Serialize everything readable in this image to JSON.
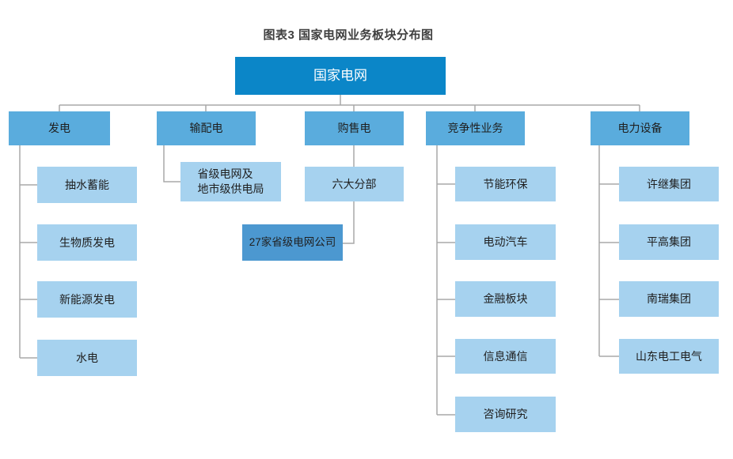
{
  "title": "图表3  国家电网业务板块分布图",
  "root": {
    "label": "国家电网"
  },
  "branches": [
    {
      "label": "发电",
      "children": [
        {
          "label": "抽水蓄能"
        },
        {
          "label": "生物质发电"
        },
        {
          "label": "新能源发电"
        },
        {
          "label": "水电"
        }
      ]
    },
    {
      "label": "输配电",
      "children": [
        {
          "label": "省级电网及\n地市级供电局"
        }
      ]
    },
    {
      "label": "购售电",
      "children": [
        {
          "label": "六大分部"
        },
        {
          "label": "27家省级电网公司"
        }
      ]
    },
    {
      "label": "竞争性业务",
      "children": [
        {
          "label": "节能环保"
        },
        {
          "label": "电动汽车"
        },
        {
          "label": "金融板块"
        },
        {
          "label": "信息通信"
        },
        {
          "label": "咨询研究"
        }
      ]
    },
    {
      "label": "电力设备",
      "children": [
        {
          "label": "许继集团"
        },
        {
          "label": "平高集团"
        },
        {
          "label": "南瑞集团"
        },
        {
          "label": "山东电工电气"
        }
      ]
    }
  ],
  "colors": {
    "root_fill": "#0b86c8",
    "branch_fill": "#5aacdd",
    "child_fill": "#a6d2ef",
    "highlight_fill": "#4c98d0",
    "line": "#a8a8a8",
    "root_text": "#ffffff",
    "node_text": "#1f1f1f",
    "title_text": "#3f3f3f"
  }
}
